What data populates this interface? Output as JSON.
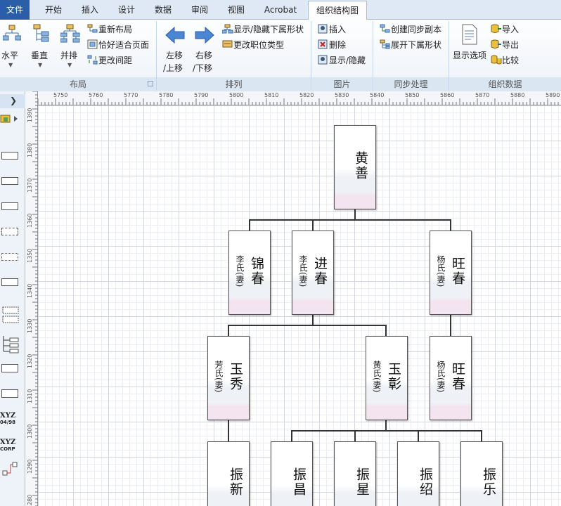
{
  "tabs": [
    "文件",
    "开始",
    "插入",
    "设计",
    "数据",
    "审阅",
    "视图",
    "Acrobat",
    "组织结构图"
  ],
  "ribbon": {
    "layout": {
      "horizontal": "水平",
      "vertical": "垂直",
      "parallel": "并排",
      "relayout": "重新布局",
      "fit_page": "恰好适合页面",
      "change_spacing": "更改间距",
      "label": "布局"
    },
    "arrange": {
      "move_left": "左移",
      "move_up": "/上移",
      "move_right": "右移",
      "move_down": "/下移",
      "show_hide_sub": "显示/隐藏下属形状",
      "change_type": "更改职位类型",
      "label": "排列"
    },
    "picture": {
      "insert": "插入",
      "delete": "删除",
      "show_hide": "显示/隐藏",
      "label": "图片"
    },
    "sync": {
      "create_copy": "创建同步副本",
      "expand_sub": "展开下属形状",
      "label": "同步处理"
    },
    "orgdata": {
      "show_options": "显示选项",
      "import": "导入",
      "export": "导出",
      "compare": "比较",
      "label": "组织数据"
    }
  },
  "ruler": {
    "h_labels": [
      "5750",
      "5760",
      "5770",
      "5780",
      "5790",
      "5800",
      "5810",
      "5820",
      "5830",
      "5840",
      "5850",
      "5860",
      "5870",
      "5880",
      "5890"
    ],
    "v_labels": [
      "1390",
      "1380",
      "1370",
      "1360",
      "1350",
      "1340",
      "1330",
      "1320",
      "1310",
      "1300",
      "1290",
      "1280"
    ]
  },
  "stencil_labels": {
    "xyz1": "XYZ",
    "xyz1_sub": "04/98",
    "xyz2": "XYZ",
    "xyz2_sub": "CORP"
  },
  "chart": {
    "n_root": "黄善",
    "n_jinchun": "锦春",
    "s_jinchun": "李氏(妻)",
    "n_jin": "进春",
    "s_jin": "李氏(妻)",
    "n_wang1": "旺春",
    "s_wang1": "杨氏(妻)",
    "n_yuxiu": "玉秀",
    "s_yuxiu": "芳氏(妻)",
    "n_yuzhang": "玉彰",
    "s_yuzhang": "黄氏(妻)",
    "n_wang2": "旺春",
    "s_wang2": "杨氏(妻)",
    "n_zx": "振新",
    "n_zc": "振昌",
    "n_zxg": "振星",
    "n_zs": "振绍",
    "n_zl": "振乐"
  }
}
